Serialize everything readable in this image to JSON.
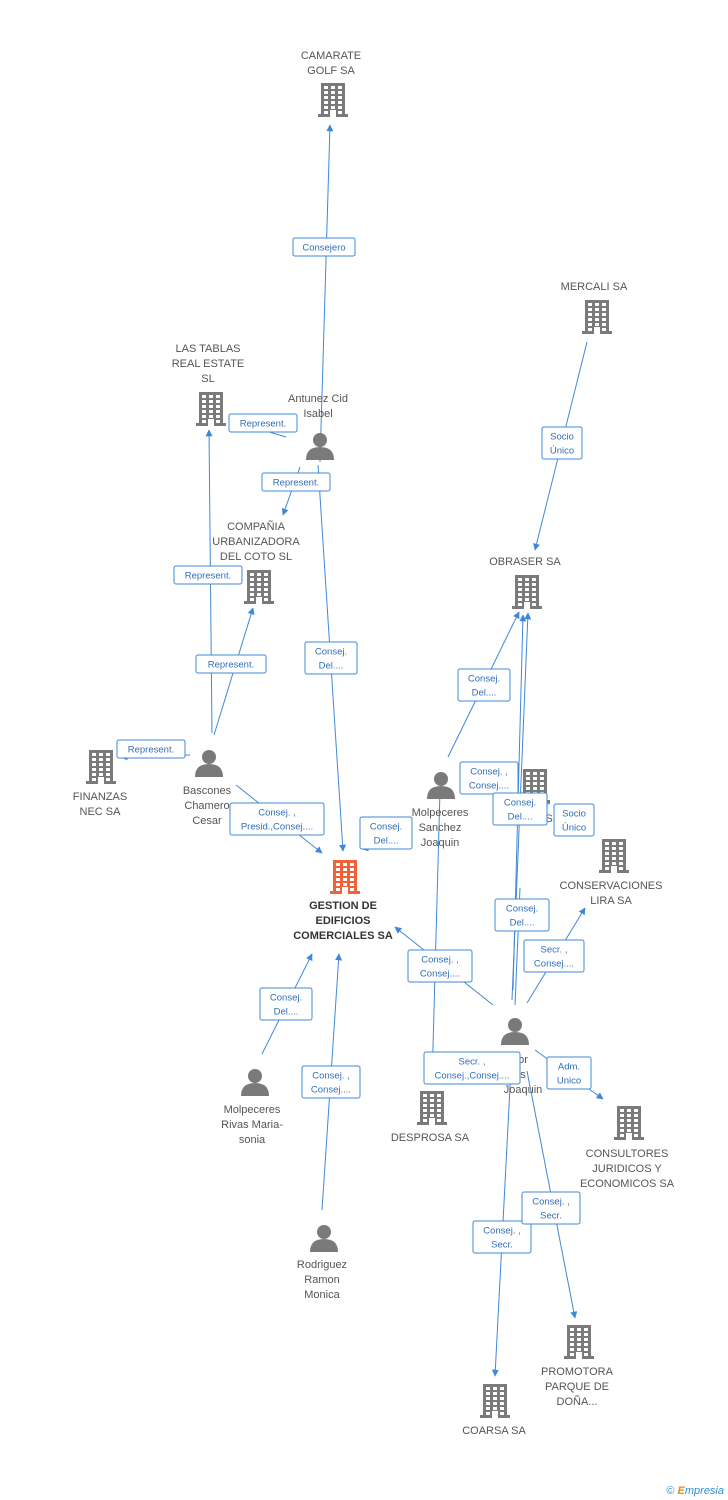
{
  "nodes": [
    {
      "id": "camarate",
      "type": "company",
      "lines": [
        "CAMARATE",
        "GOLF SA"
      ]
    },
    {
      "id": "mercali",
      "type": "company",
      "lines": [
        "MERCALI SA"
      ]
    },
    {
      "id": "lastablas",
      "type": "company",
      "lines": [
        "LAS TABLAS",
        "REAL ESTATE",
        "SL"
      ]
    },
    {
      "id": "antunez",
      "type": "person",
      "lines": [
        "Antunez Cid",
        "Isabel"
      ]
    },
    {
      "id": "compania",
      "type": "company",
      "lines": [
        "COMPAÑIA",
        "URBANIZADORA",
        "DEL COTO SL"
      ]
    },
    {
      "id": "obraser",
      "type": "company",
      "lines": [
        "OBRASER SA"
      ]
    },
    {
      "id": "finanzas",
      "type": "company",
      "lines": [
        "FINANZAS",
        "NEC SA"
      ]
    },
    {
      "id": "bascones",
      "type": "person",
      "lines": [
        "Bascones",
        "Chamero",
        "Cesar"
      ]
    },
    {
      "id": "molpsanchez",
      "type": "person",
      "lines": [
        "Molpeceres",
        "Sanchez",
        "Joaquin"
      ]
    },
    {
      "id": "hidden_co",
      "type": "company",
      "lines": [
        "S"
      ]
    },
    {
      "id": "conservaciones",
      "type": "company",
      "lines": [
        "CONSERVACIONES",
        "LIRA SA"
      ]
    },
    {
      "id": "gestion",
      "type": "main",
      "lines": [
        "GESTION DE",
        "EDIFICIOS",
        "COMERCIALES SA"
      ]
    },
    {
      "id": "molprivas",
      "type": "person",
      "lines": [
        "Molpeceres",
        "Rivas Maria-",
        "sonia"
      ]
    },
    {
      "id": "molpjoaquin",
      "type": "person",
      "lines": [
        "or",
        "s",
        "Joaquin"
      ]
    },
    {
      "id": "desprosa",
      "type": "company",
      "lines": [
        "DESPROSA SA"
      ]
    },
    {
      "id": "consultores",
      "type": "company",
      "lines": [
        "CONSULTORES",
        "JURIDICOS Y",
        "ECONOMICOS SA"
      ]
    },
    {
      "id": "rodriguez",
      "type": "person",
      "lines": [
        "Rodriguez",
        "Ramon",
        "Monica"
      ]
    },
    {
      "id": "promotora",
      "type": "company",
      "lines": [
        "PROMOTORA",
        "PARQUE DE",
        "DOÑA..."
      ]
    },
    {
      "id": "coarsa",
      "type": "company",
      "lines": [
        "COARSA SA"
      ]
    }
  ],
  "edges": [
    {
      "id": "e1",
      "lines": [
        "Consejero"
      ]
    },
    {
      "id": "e2",
      "lines": [
        "Represent."
      ]
    },
    {
      "id": "e3",
      "lines": [
        "Represent."
      ]
    },
    {
      "id": "e4",
      "lines": [
        "Socio",
        "Único"
      ]
    },
    {
      "id": "e5",
      "lines": [
        "Represent."
      ]
    },
    {
      "id": "e6",
      "lines": [
        "Consej.",
        "Del...."
      ]
    },
    {
      "id": "e7",
      "lines": [
        "Represent."
      ]
    },
    {
      "id": "e8",
      "lines": [
        "Consej.",
        "Del...."
      ]
    },
    {
      "id": "e9",
      "lines": [
        "Represent."
      ]
    },
    {
      "id": "e10",
      "lines": [
        "Consej. ,",
        "Consej...."
      ]
    },
    {
      "id": "e11",
      "lines": [
        "Consej.",
        "Del...."
      ]
    },
    {
      "id": "e12",
      "lines": [
        "Socio",
        "Único"
      ]
    },
    {
      "id": "e13",
      "lines": [
        "Consej. ,",
        "Presid.,Consej...."
      ]
    },
    {
      "id": "e14",
      "lines": [
        "Consej.",
        "Del...."
      ]
    },
    {
      "id": "e15",
      "lines": [
        "Consej.",
        "Del...."
      ]
    },
    {
      "id": "e16",
      "lines": [
        "Secr. ,",
        "Consej...."
      ]
    },
    {
      "id": "e17",
      "lines": [
        "Consej. ,",
        "Consej...."
      ]
    },
    {
      "id": "e18",
      "lines": [
        "Consej.",
        "Del...."
      ]
    },
    {
      "id": "e19",
      "lines": [
        "Secr. ,",
        "Consej.,Consej...."
      ]
    },
    {
      "id": "e20",
      "lines": [
        "Adm.",
        "Unico"
      ]
    },
    {
      "id": "e21",
      "lines": [
        "Consej. ,",
        "Consej...."
      ]
    },
    {
      "id": "e22",
      "lines": [
        "Consej. ,",
        "Secr."
      ]
    },
    {
      "id": "e23",
      "lines": [
        "Consej. ,",
        "Secr."
      ]
    }
  ],
  "colors": {
    "edge": "#3f88d8",
    "company_icon": "#7a7a7a",
    "person_icon": "#7a7a7a",
    "main_icon": "#f0623a"
  },
  "footer": {
    "copyright": "©",
    "brand_initial": "E",
    "brand_rest": "mpresia"
  }
}
